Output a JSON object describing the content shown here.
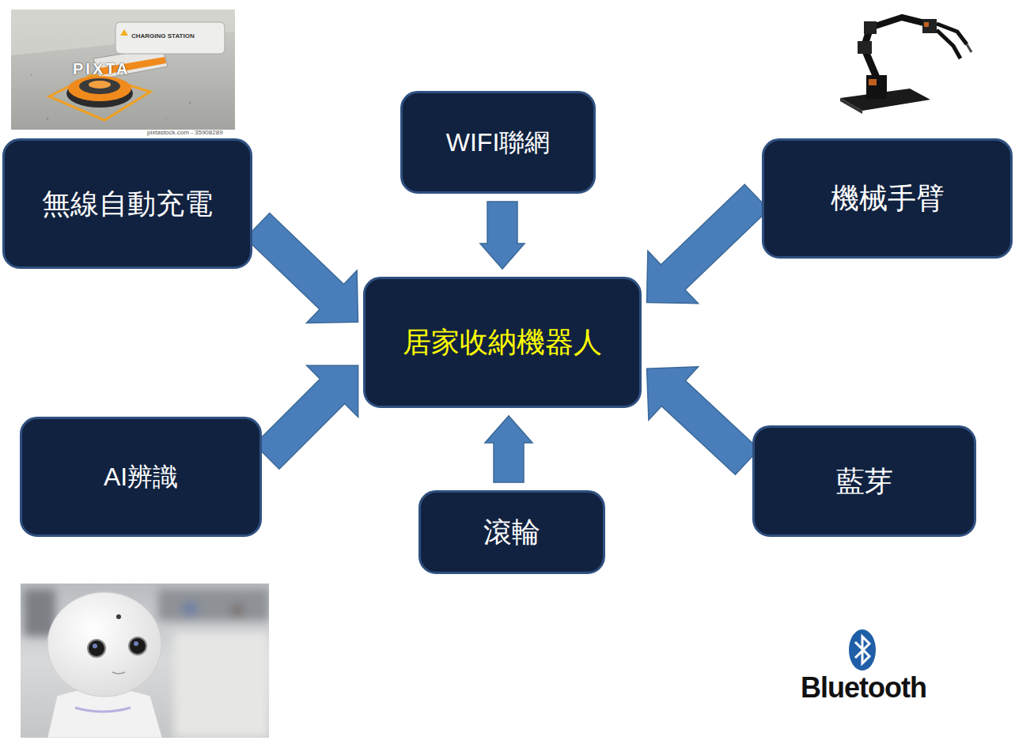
{
  "diagram": {
    "nodes": [
      {
        "text": [
          "WIFI聯網"
        ]
      },
      {
        "text": [
          "無線自動充電"
        ]
      },
      {
        "text": [
          "機械手臂"
        ]
      },
      {
        "text": [
          "居家收納機器人"
        ]
      },
      {
        "text": [
          "AI辨識"
        ]
      },
      {
        "text": [
          "藍芽"
        ]
      },
      {
        "text": [
          "滾輪"
        ]
      }
    ],
    "edges": [
      {
        "from": 0,
        "to": 3,
        "arrow": "to"
      },
      {
        "from": 1,
        "to": 3,
        "arrow": "to"
      },
      {
        "from": 2,
        "to": 3,
        "arrow": "to"
      },
      {
        "from": 4,
        "to": 3,
        "arrow": "to"
      },
      {
        "from": 5,
        "to": 3,
        "arrow": "to"
      },
      {
        "from": 6,
        "to": 3,
        "arrow": "to"
      }
    ],
    "labels": [
      "CHARGING STATION",
      "PIXTA",
      "pixtastock.com - 35908289",
      "Bluetooth"
    ]
  }
}
